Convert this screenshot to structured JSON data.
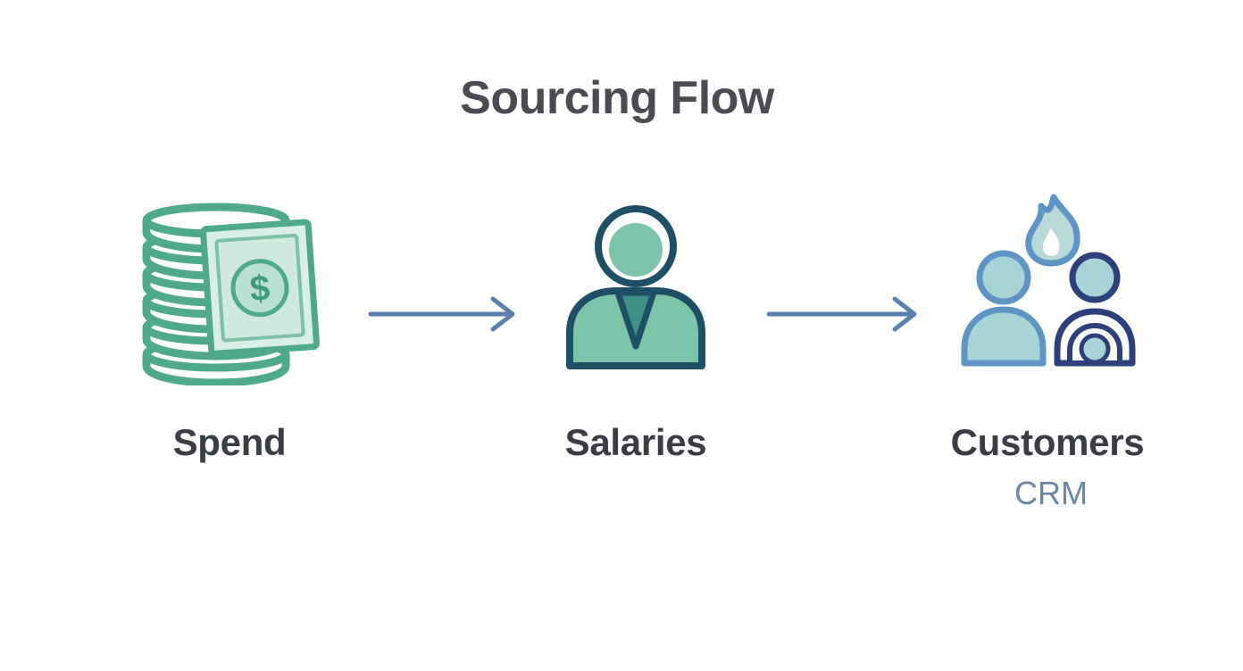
{
  "diagram": {
    "title": "Sourcing Flow",
    "nodes": [
      {
        "label": "Spend",
        "sublabel": "",
        "icon": "money-stack-icon"
      },
      {
        "label": "Salaries",
        "sublabel": "",
        "icon": "person-icon"
      },
      {
        "label": "Customers",
        "sublabel": "CRM",
        "icon": "customers-group-icon"
      }
    ],
    "edges": [
      {
        "from": "Spend",
        "to": "Salaries"
      },
      {
        "from": "Salaries",
        "to": "Customers"
      }
    ]
  },
  "colors": {
    "title": "#4a4c52",
    "label": "#3a3d43",
    "sublabel": "#6c87a6",
    "arrow": "#5b7fae",
    "green": "#4fa98c",
    "green_fill": "#9fd2bf",
    "person_outline": "#1f4f64",
    "person_fill": "#7cc4aa",
    "group_light": "#5e95c4",
    "group_dark": "#2f3f7a",
    "group_fill": "#a8d4d8"
  }
}
